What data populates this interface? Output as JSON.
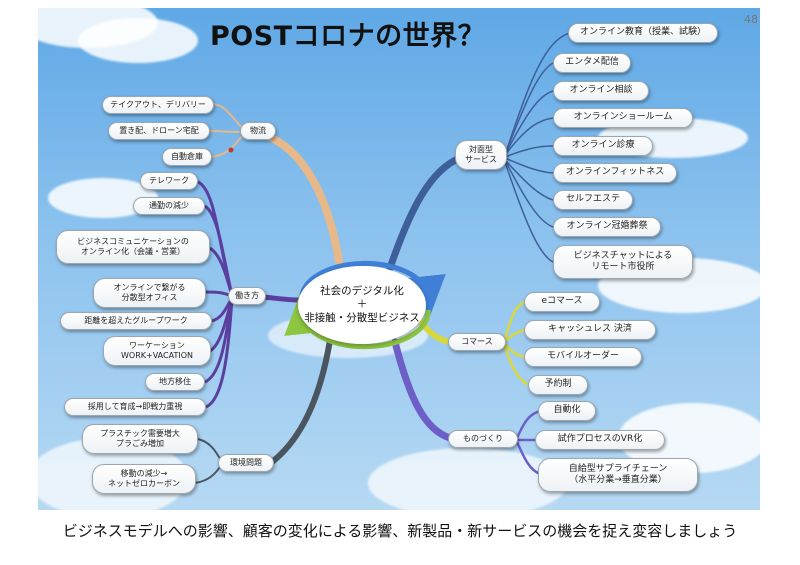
{
  "title": "POSTコロナの世界？",
  "page_number": "48",
  "caption": "ビジネスモデルへの影響、顧客の変化による影響、新製品・新サービスの機会を捉え変容しましょう",
  "center": {
    "line1": "社会のデジタル化",
    "plus": "＋",
    "line2": "非接触・分散型ビジネス"
  },
  "hubs": {
    "logistics": "物流",
    "work": "働き方",
    "environment": "環境問題",
    "face": "対面型\nサービス",
    "commerce": "コマース",
    "manufacturing": "ものづくり"
  },
  "logistics_items": [
    "テイクアウト、デリバリー",
    "置き配、ドローン宅配",
    "自動倉庫"
  ],
  "work_items": [
    "テレワーク",
    "通勤の減少",
    "ビジネスコミュニケーションの\nオンライン化（会議・営業）",
    "オンラインで繋がる\n分散型オフィス",
    "距離を超えたグループワーク",
    "ワーケーション\nWORK+VACATION",
    "地方移住",
    "採用して育成→即戦力重視"
  ],
  "environment_items": [
    "プラスチック需要増大\nプラごみ増加",
    "移動の減少→\nネットゼロカーボン"
  ],
  "face_items": [
    "オンライン教育（授業、試験）",
    "エンタメ配信",
    "オンライン相談",
    "オンラインショールーム",
    "オンライン診療",
    "オンラインフィットネス",
    "セルフエステ",
    "オンライン冠婚葬祭",
    "ビジネスチャットによる\nリモート市役所"
  ],
  "commerce_items": [
    "eコマース",
    "キャッシュレス 決済",
    "モバイルオーダー",
    "予約制"
  ],
  "manufacturing_items": [
    "自動化",
    "試作プロセスのVR化",
    "自給型サプライチェーン\n（水平分業→垂直分業）"
  ],
  "colors": {
    "logistics": "#e6b88a",
    "work": "#5b3f9e",
    "environment": "#4a5560",
    "face": "#3f5f9a",
    "commerce": "#d8d83c",
    "manufacturing": "#6d5ec8",
    "arrow_blue": "#3f7fd6",
    "arrow_green": "#8dc641"
  }
}
